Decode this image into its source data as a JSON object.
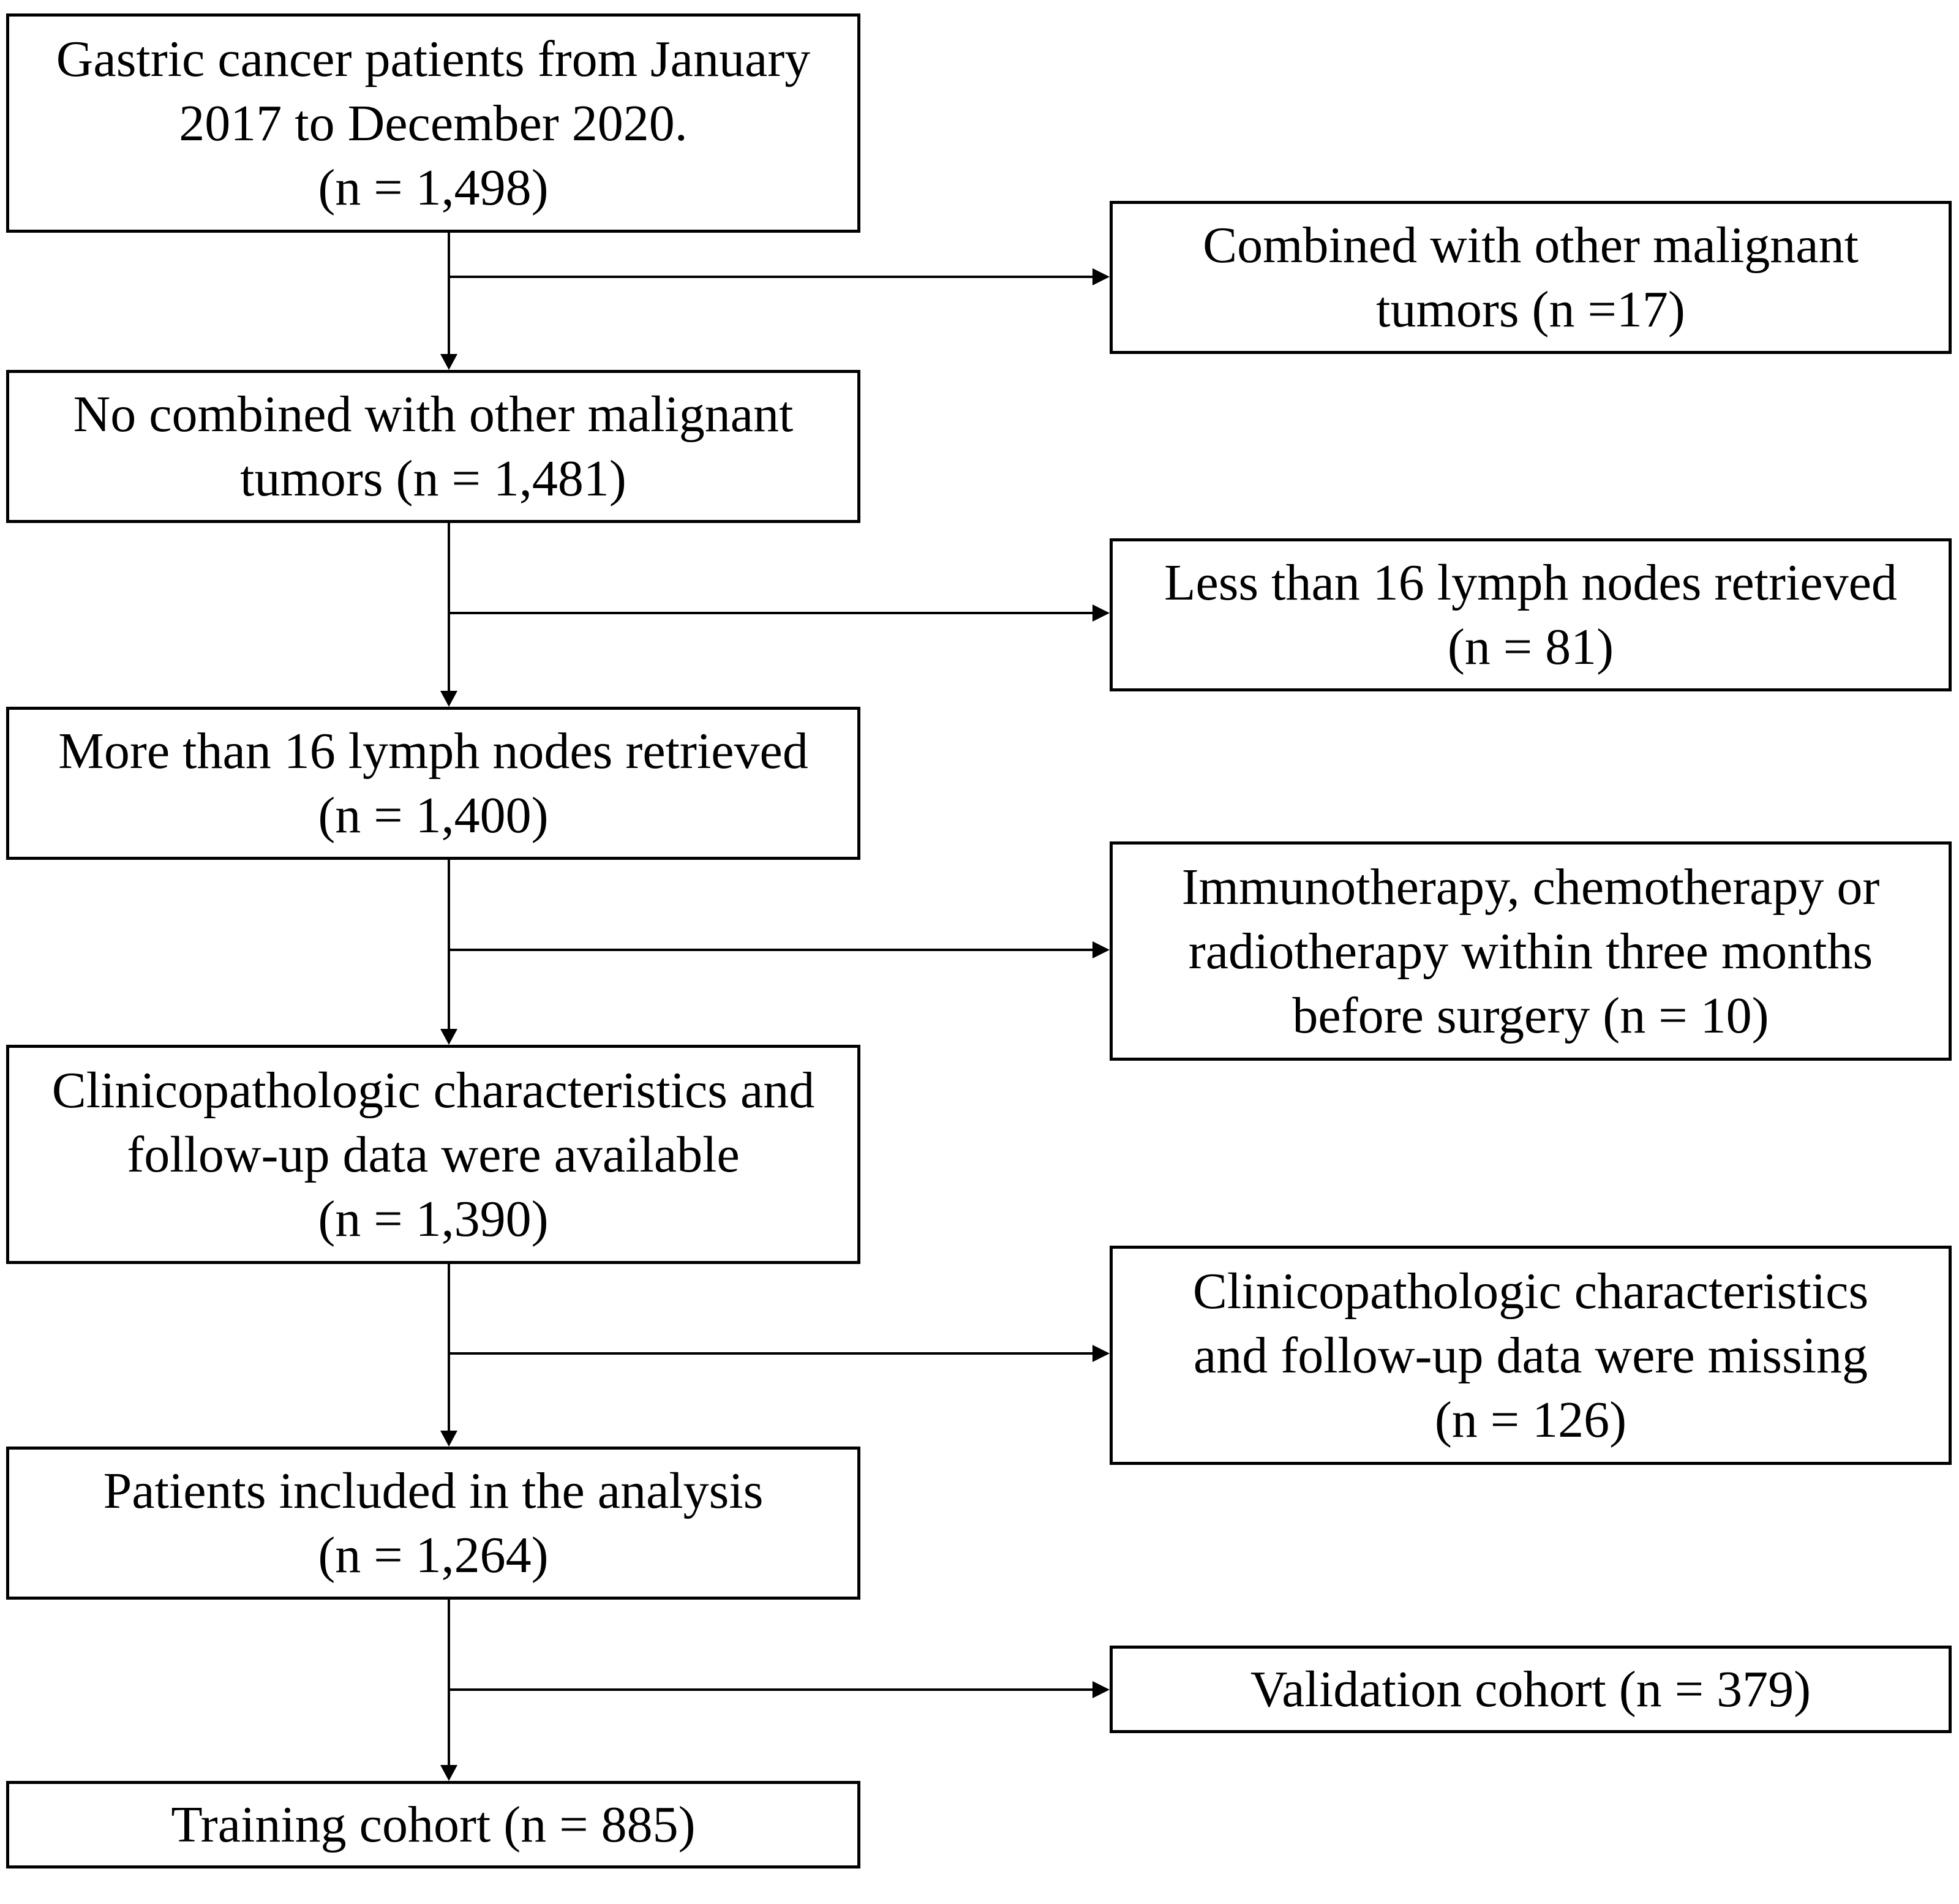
{
  "flowchart": {
    "main_steps": [
      {
        "id": "step-1",
        "lines": [
          "Gastric cancer patients from January",
          "2017 to December 2020.",
          "(n = 1,498)"
        ]
      },
      {
        "id": "step-2",
        "lines": [
          "No  combined with other  malignant",
          "tumors (n = 1,481)"
        ]
      },
      {
        "id": "step-3",
        "lines": [
          "More than 16 lymph nodes retrieved",
          "(n = 1,400)"
        ]
      },
      {
        "id": "step-4",
        "lines": [
          "Clinicopathologic characteristics and",
          "follow-up data were available",
          "(n = 1,390)"
        ]
      },
      {
        "id": "step-5",
        "lines": [
          "Patients included in the analysis",
          "(n = 1,264)"
        ]
      },
      {
        "id": "step-6",
        "lines": [
          "Training cohort (n = 885)"
        ]
      }
    ],
    "side_boxes": [
      {
        "id": "side-1",
        "lines": [
          "Combined with other  malignant",
          "tumors (n =17)"
        ]
      },
      {
        "id": "side-2",
        "lines": [
          "Less than 16 lymph nodes retrieved",
          "(n = 81)"
        ]
      },
      {
        "id": "side-3",
        "lines": [
          "Immunotherapy, chemotherapy or",
          "radiotherapy within three months",
          "before surgery (n = 10)"
        ]
      },
      {
        "id": "side-4",
        "lines": [
          "Clinicopathologic characteristics",
          "and follow-up data were missing",
          "(n = 126)"
        ]
      },
      {
        "id": "side-5",
        "lines": [
          "Validation cohort (n = 379)"
        ]
      }
    ],
    "line_color": "#000000",
    "box_fill": "#ffffff"
  }
}
